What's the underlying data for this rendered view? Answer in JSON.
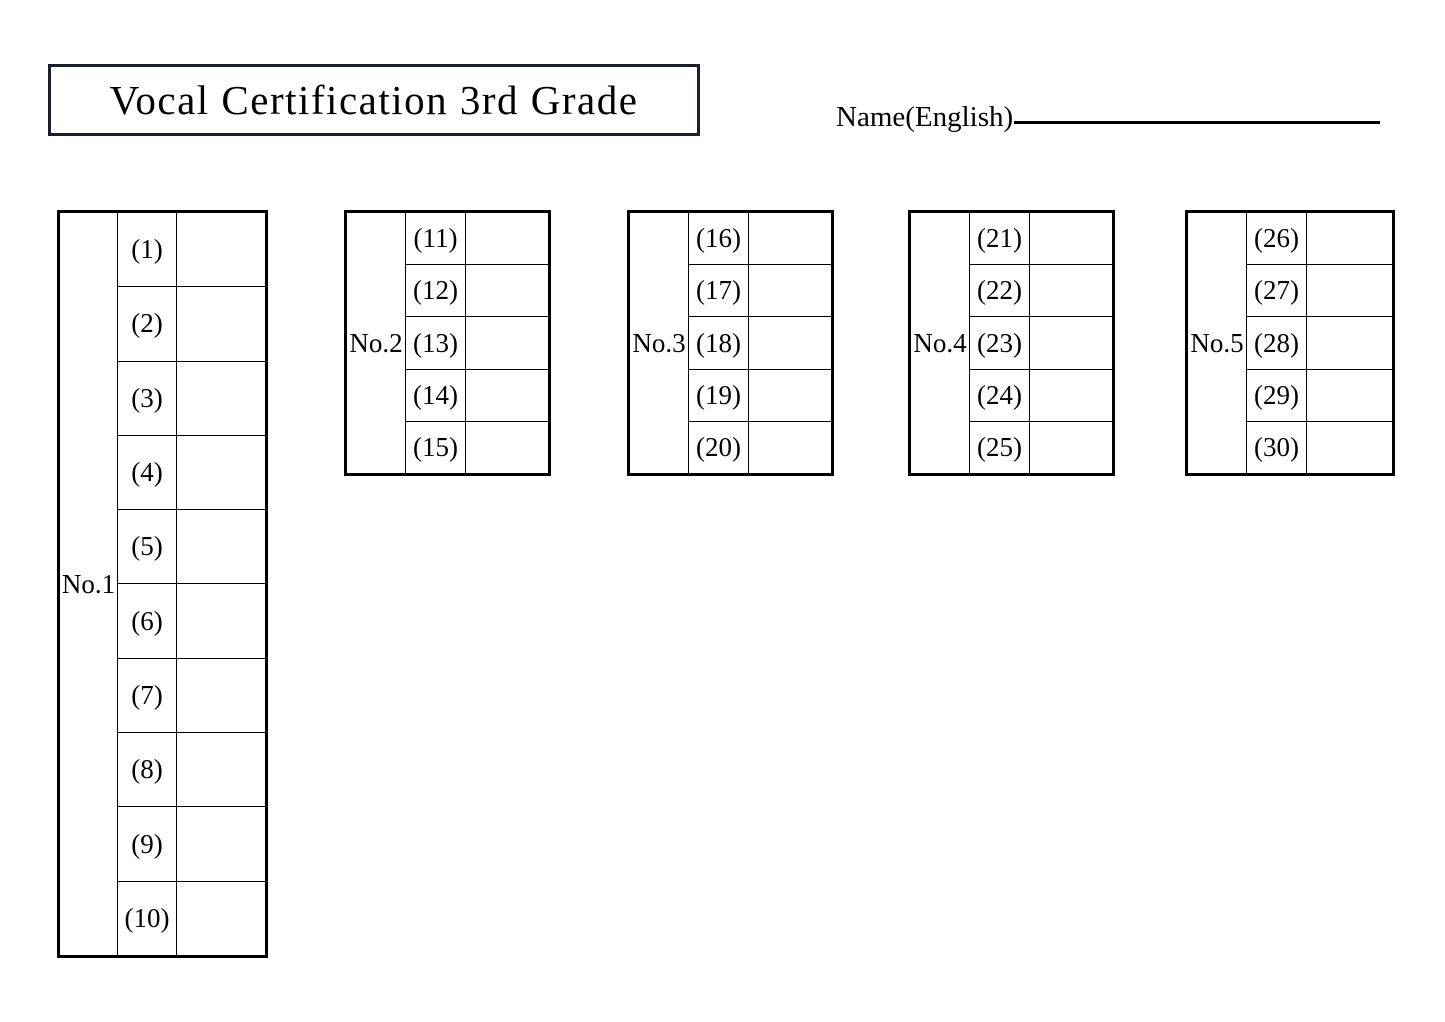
{
  "sheet": {
    "title": "Vocal Certification 3rd Grade",
    "name_field": {
      "label": "Name(English)",
      "value": "",
      "placeholder": ""
    }
  },
  "tables": [
    {
      "group_label": "No.1",
      "rows": [
        {
          "number": "(1)",
          "answer": ""
        },
        {
          "number": "(2)",
          "answer": ""
        },
        {
          "number": "(3)",
          "answer": ""
        },
        {
          "number": "(4)",
          "answer": ""
        },
        {
          "number": "(5)",
          "answer": ""
        },
        {
          "number": "(6)",
          "answer": ""
        },
        {
          "number": "(7)",
          "answer": ""
        },
        {
          "number": "(8)",
          "answer": ""
        },
        {
          "number": "(9)",
          "answer": ""
        },
        {
          "number": "(10)",
          "answer": ""
        }
      ]
    },
    {
      "group_label": "No.2",
      "rows": [
        {
          "number": "(11)",
          "answer": ""
        },
        {
          "number": "(12)",
          "answer": ""
        },
        {
          "number": "(13)",
          "answer": ""
        },
        {
          "number": "(14)",
          "answer": ""
        },
        {
          "number": "(15)",
          "answer": ""
        }
      ]
    },
    {
      "group_label": "No.3",
      "rows": [
        {
          "number": "(16)",
          "answer": ""
        },
        {
          "number": "(17)",
          "answer": ""
        },
        {
          "number": "(18)",
          "answer": ""
        },
        {
          "number": "(19)",
          "answer": ""
        },
        {
          "number": "(20)",
          "answer": ""
        }
      ]
    },
    {
      "group_label": "No.4",
      "rows": [
        {
          "number": "(21)",
          "answer": ""
        },
        {
          "number": "(22)",
          "answer": ""
        },
        {
          "number": "(23)",
          "answer": ""
        },
        {
          "number": "(24)",
          "answer": ""
        },
        {
          "number": "(25)",
          "answer": ""
        }
      ]
    },
    {
      "group_label": "No.5",
      "rows": [
        {
          "number": "(26)",
          "answer": ""
        },
        {
          "number": "(27)",
          "answer": ""
        },
        {
          "number": "(28)",
          "answer": ""
        },
        {
          "number": "(29)",
          "answer": ""
        },
        {
          "number": "(30)",
          "answer": ""
        }
      ]
    }
  ],
  "colors": {
    "page_background": "#ffffff",
    "ink": "#000000",
    "title_border": "#1b1f2b"
  }
}
